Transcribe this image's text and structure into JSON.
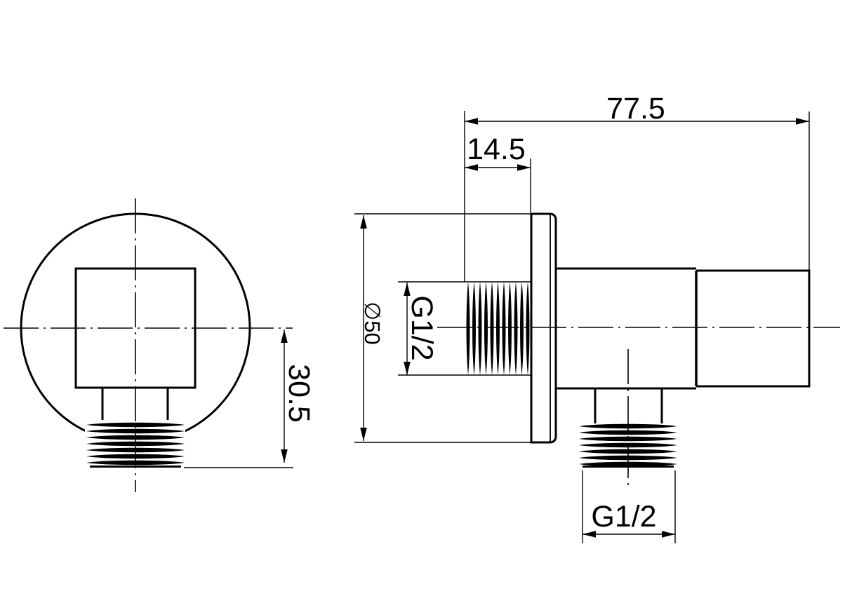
{
  "drawing": {
    "background": "#ffffff",
    "line_color": "#000000",
    "views": {
      "front_view": "wall-flange-front-view",
      "side_view": "valve-side-view"
    },
    "dimensions": {
      "total_depth": "77.5",
      "wall_thread_length": "14.5",
      "flange_diameter": "∅50",
      "wall_thread_size": "G1/2",
      "outlet_thread_size": "G1/2",
      "outlet_offset": "30.5"
    }
  }
}
